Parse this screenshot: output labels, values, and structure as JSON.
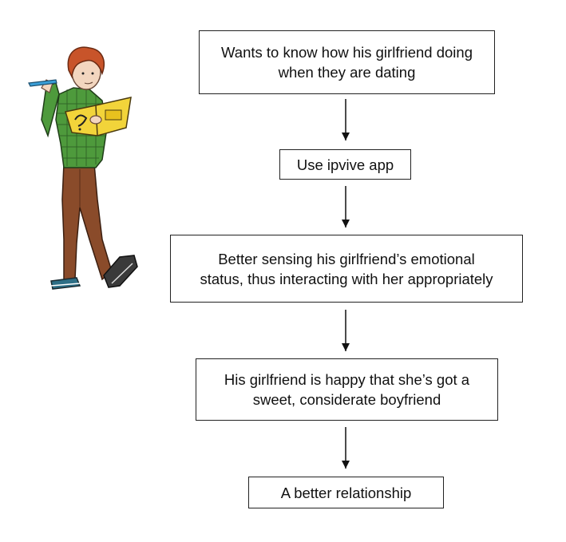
{
  "flow": {
    "steps": [
      {
        "line1": "Wants to know how his girlfriend doing",
        "line2": "when they are dating"
      },
      {
        "line1": "Use ipvive app"
      },
      {
        "line1": "Better sensing his girlfriend’s emotional",
        "line2": "status, thus interacting with her appropriately"
      },
      {
        "line1": "His girlfriend is happy that she’s got a",
        "line2": "sweet, considerate boyfriend"
      },
      {
        "line1": "A better relationship"
      }
    ]
  },
  "illustration": {
    "subject": "boy-reading-book-illustration",
    "colors": {
      "hair": "#c8542a",
      "shirt": "#4e9a3c",
      "trousers": "#8a4b2a",
      "book": "#f2d43a",
      "pen": "#3a9fd8"
    }
  },
  "colors": {
    "box_border": "#222222",
    "arrow": "#111111",
    "text": "#111111"
  }
}
